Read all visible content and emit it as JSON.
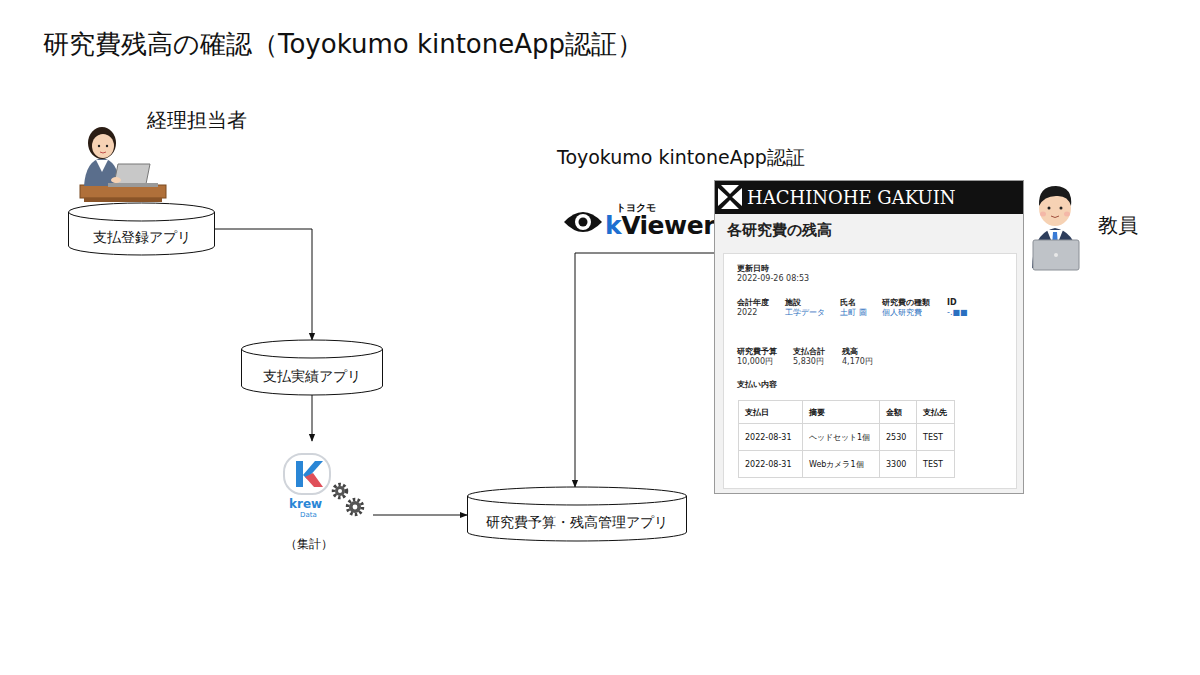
{
  "diagram": {
    "title": "研究費残高の確認（Toyokumo kintoneApp認証）",
    "nodes": [
      {
        "text": [
          "支払登録アプリ"
        ]
      },
      {
        "text": [
          "支払実績アプリ"
        ]
      },
      {
        "text": [
          "krew",
          "Data",
          "（集計）"
        ]
      },
      {
        "text": [
          "研究費予算・残高管理アプリ"
        ]
      },
      {
        "text": [
          "トヨクモ",
          "kViewer"
        ]
      },
      {
        "text": [
          "HACHINOHE GAKUIN",
          "各研究費の残高"
        ]
      }
    ],
    "edges": [
      {
        "from": 0,
        "to": 1,
        "arrow": "to"
      },
      {
        "from": 1,
        "to": 2,
        "arrow": "to"
      },
      {
        "from": 2,
        "to": 3,
        "arrow": "to"
      },
      {
        "from": 5,
        "to": 3,
        "arrow": "to"
      }
    ],
    "labels": [
      "経理担当者",
      "Toyokumo kintoneApp認証",
      "教員",
      "更新日時",
      "2022-09-26 08:53",
      "会計年度",
      "施設",
      "氏名",
      "研究費の種類",
      "ID",
      "2022",
      "工学データ",
      "土町 圖",
      "個人研究費",
      "-.■■",
      "研究費予算",
      "支払合計",
      "残高",
      "10,000円",
      "5,830円",
      "4,170円",
      "支払い内容",
      "支払日",
      "摘要",
      "金額",
      "支払先",
      "2022-08-31",
      "ヘッドセット1個",
      "2530",
      "TEST",
      "2022-08-31",
      "Webカメラ1個",
      "3300",
      "TEST"
    ]
  }
}
